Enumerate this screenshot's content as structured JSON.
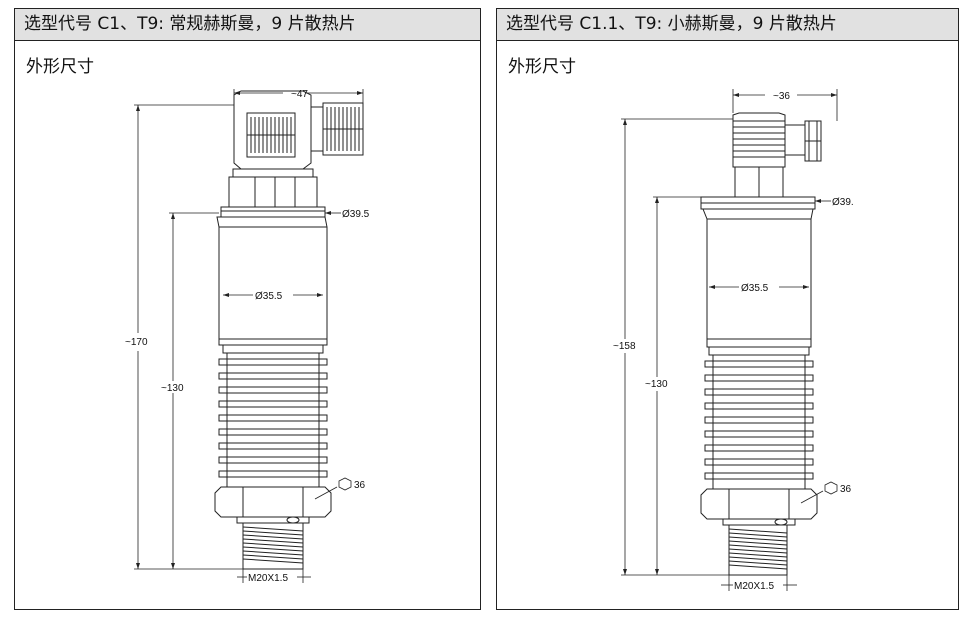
{
  "left": {
    "title": "选型代号 C1、T9: 常规赫斯曼，9 片散热片",
    "subtitle": "外形尺寸",
    "dims": {
      "top_width": "~47",
      "flange_dia": "Ø39.5",
      "body_dia": "Ø35.5",
      "overall_height": "~170",
      "lower_height": "~130",
      "hex": "36",
      "thread": "M20X1.5"
    }
  },
  "right": {
    "title": "选型代号 C1.1、T9: 小赫斯曼，9 片散热片",
    "subtitle": "外形尺寸",
    "dims": {
      "top_width": "~36",
      "flange_dia": "Ø39.",
      "body_dia": "Ø35.5",
      "overall_height": "~158",
      "lower_height": "~130",
      "hex": "36",
      "thread": "M20X1.5"
    }
  }
}
